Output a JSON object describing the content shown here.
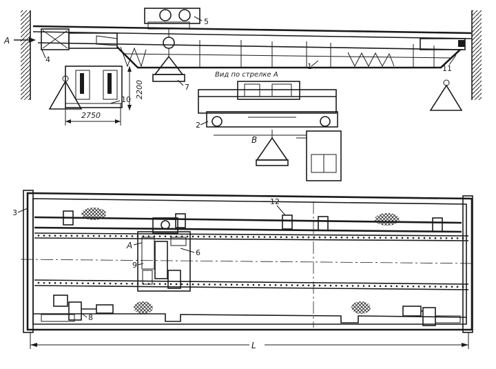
{
  "view_caption": "Вид по стрелке А",
  "arrow_label_a": "A",
  "arrow_label_b": "B",
  "dimensions": {
    "span": "L",
    "width": "2750",
    "height": "2200"
  },
  "callouts": {
    "c1": "1",
    "c2": "2",
    "c3": "3",
    "c4": "4",
    "c5": "5",
    "c6": "6",
    "c7": "7",
    "c8": "8",
    "c9": "9",
    "c10": "10",
    "c11": "11",
    "c12": "12",
    "cA": "A"
  }
}
